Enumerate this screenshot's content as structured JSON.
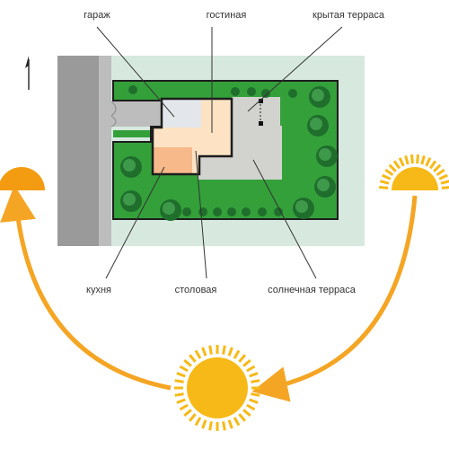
{
  "labels": {
    "garage": "гараж",
    "living_room": "гостиная",
    "covered_terrace": "крытая терраса",
    "kitchen": "кухня",
    "dining_room": "столовая",
    "sun_terrace": "солнечная терраса"
  },
  "colors": {
    "lawn": "#34a03a",
    "plot_bg": "#d7e9df",
    "road": "#9a9a9a",
    "hedge_dark": "#1f6e2c",
    "living": "#fde3c4",
    "kitchen": "#f7b98a",
    "garage": "#e3e7ec",
    "terrace": "#d2d2cf",
    "sun_orange": "#f39c12",
    "sun_yellow": "#f7b917",
    "arrow": "#f5b233"
  },
  "icons": {
    "north": "north-arrow-icon",
    "sunrise": "rising-sun-icon",
    "noon": "noon-sun-icon",
    "sunset": "setting-sun-icon"
  }
}
